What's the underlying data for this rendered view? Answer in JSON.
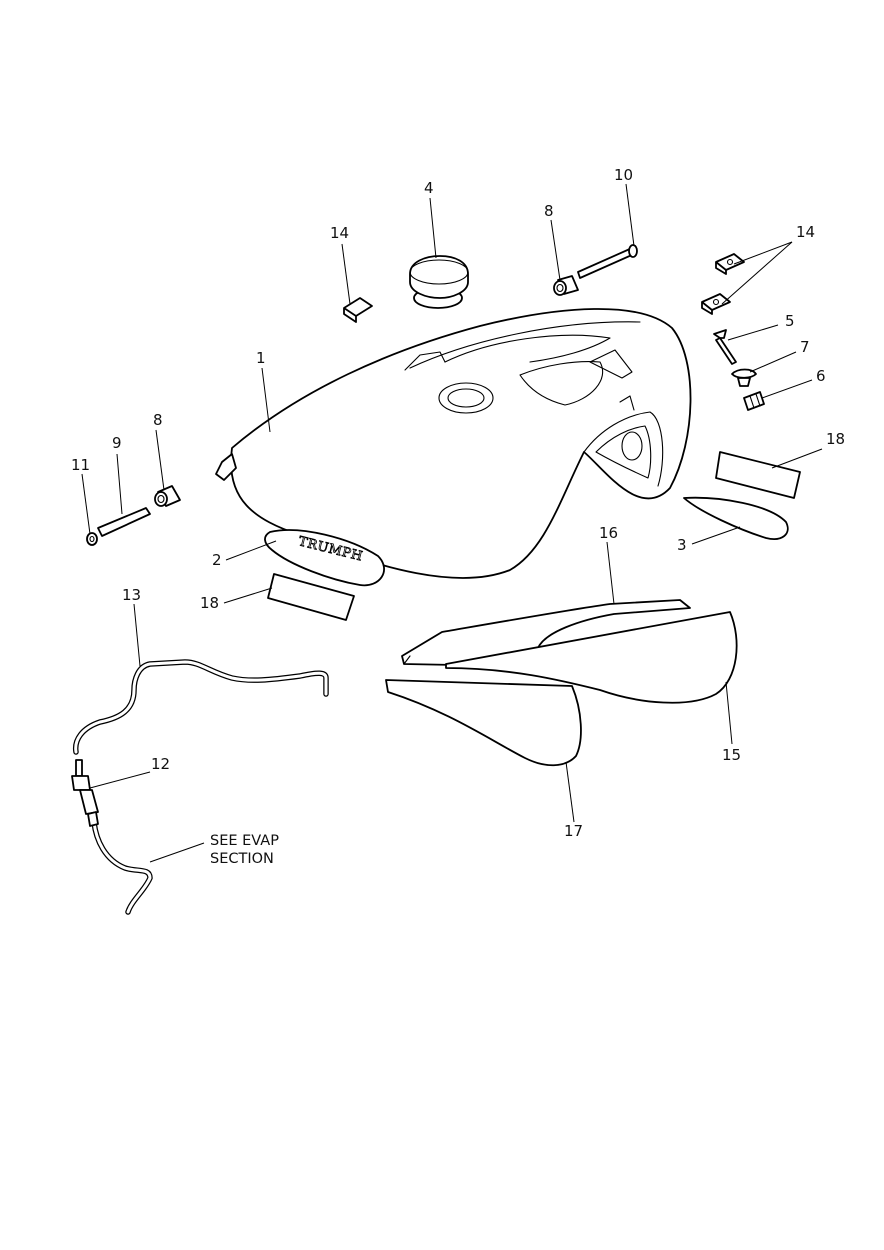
{
  "callouts": {
    "c1": "1",
    "c2": "2",
    "c3": "3",
    "c4": "4",
    "c5": "5",
    "c6": "6",
    "c7": "7",
    "c8a": "8",
    "c8b": "8",
    "c9": "9",
    "c10": "10",
    "c11": "11",
    "c12": "12",
    "c13": "13",
    "c14a": "14",
    "c14b": "14",
    "c15": "15",
    "c16": "16",
    "c17": "17",
    "c18a": "18",
    "c18b": "18"
  },
  "note": {
    "line1": "SEE EVAP",
    "line2": "SECTION"
  },
  "badge": {
    "text": "TRUMPH"
  },
  "colors": {
    "line": "#000000",
    "background": "#ffffff"
  }
}
